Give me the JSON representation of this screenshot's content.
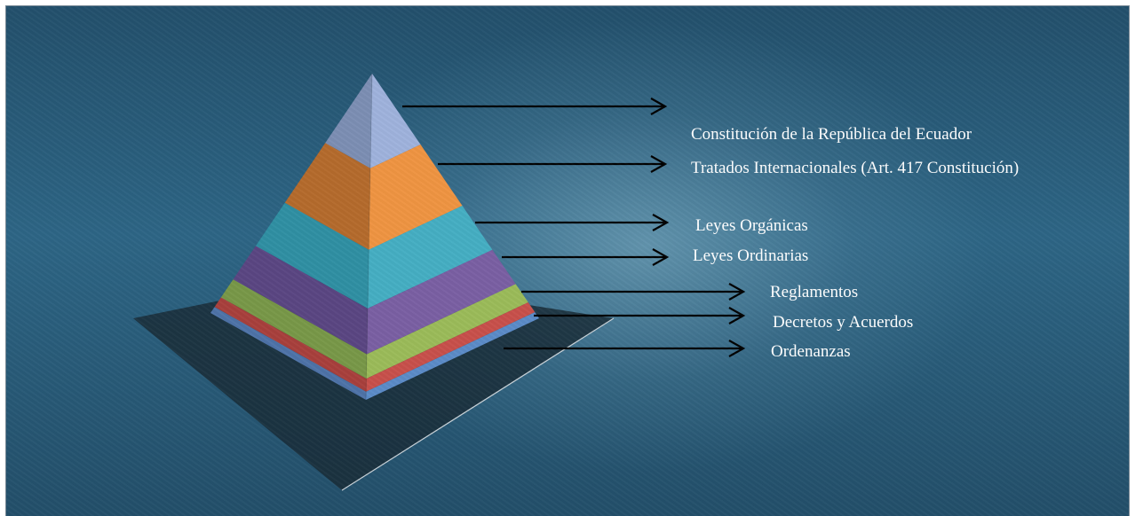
{
  "diagram": {
    "levels": [
      {
        "label": "Constitución de la República del Ecuador",
        "left_color": "#7c8eb3",
        "right_color": "#9fb2dc"
      },
      {
        "label": "Tratados Internacionales (Art. 417 Constitución)",
        "left_color": "#b46a2c",
        "right_color": "#ef9442"
      },
      {
        "label": "Leyes Orgánicas",
        "left_color": "#2f8fa3",
        "right_color": "#45aec3"
      },
      {
        "label": "Leyes Ordinarias",
        "left_color": "#5a4682",
        "right_color": "#7a5fa3"
      },
      {
        "label": "Reglamentos",
        "left_color": "#789848",
        "right_color": "#9bbb59"
      },
      {
        "label": "Decretos y Acuerdos",
        "left_color": "#a8403c",
        "right_color": "#c8504b"
      },
      {
        "label": "Ordenanzas",
        "left_color": "#4e73a8",
        "right_color": "#5b8bc8"
      }
    ],
    "arrow_color": "#000000",
    "shadow_color": "#1a2d38"
  }
}
